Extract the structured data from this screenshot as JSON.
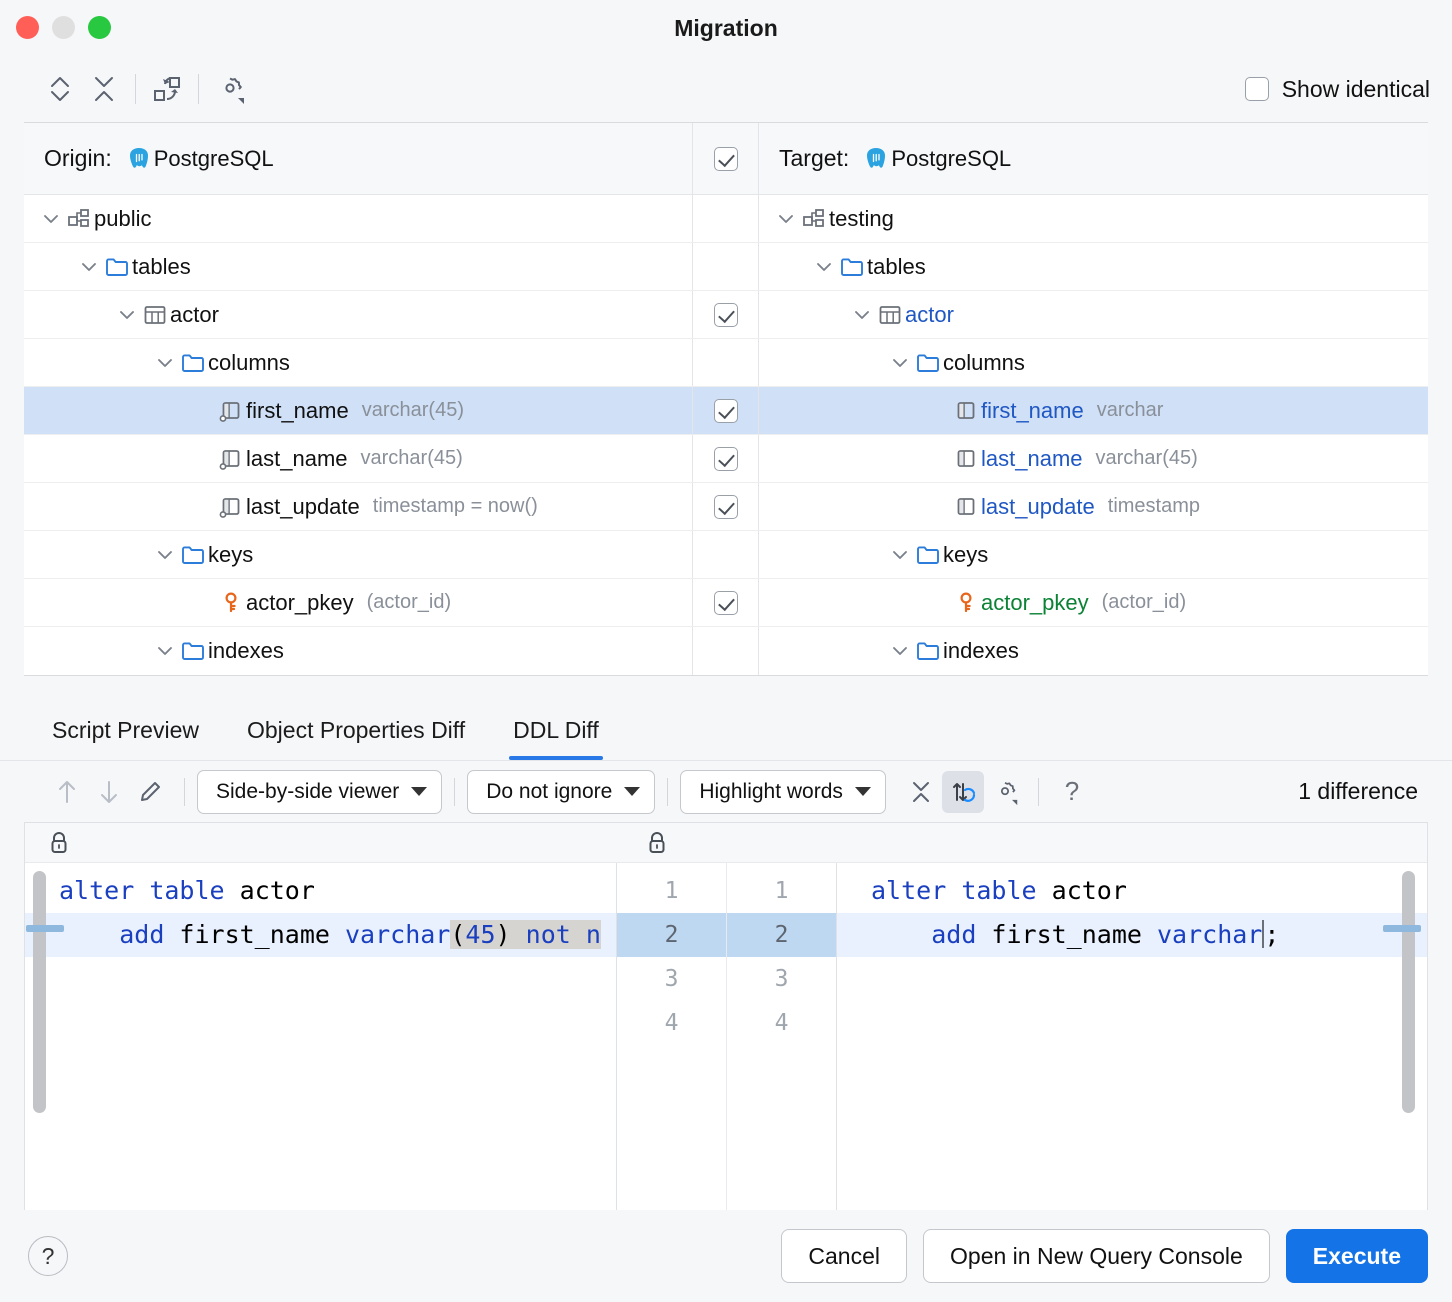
{
  "window": {
    "title": "Migration"
  },
  "toolbar": {
    "expand_all_label": "Expand All",
    "collapse_all_label": "Collapse All",
    "sync_label": "Synchronize",
    "settings_label": "Settings",
    "show_identical_label": "Show identical",
    "show_identical_checked": false
  },
  "tree": {
    "header": {
      "origin_label": "Origin:",
      "origin_value": "PostgreSQL",
      "target_label": "Target:",
      "target_value": "PostgreSQL",
      "select_all_checked": true
    },
    "rows": [
      {
        "indent": 0,
        "twisty": "chevron-down",
        "icon": "schema",
        "origin_name": "public",
        "origin_meta": "",
        "origin_color": "plain",
        "checkbox": null,
        "t_indent": 0,
        "t_twisty": "chevron-down",
        "t_icon": "schema",
        "target_name": "testing",
        "target_meta": "",
        "target_color": "plain"
      },
      {
        "indent": 1,
        "twisty": "chevron-down",
        "icon": "folder",
        "origin_name": "tables",
        "origin_meta": "",
        "origin_color": "plain",
        "checkbox": null,
        "t_indent": 1,
        "t_twisty": "chevron-down",
        "t_icon": "folder",
        "target_name": "tables",
        "target_meta": "",
        "target_color": "plain"
      },
      {
        "indent": 2,
        "twisty": "chevron-down",
        "icon": "table",
        "origin_name": "actor",
        "origin_meta": "",
        "origin_color": "plain",
        "checkbox": true,
        "t_indent": 2,
        "t_twisty": "chevron-down",
        "t_icon": "table",
        "target_name": "actor",
        "target_meta": "",
        "target_color": "blue"
      },
      {
        "indent": 3,
        "twisty": "chevron-down",
        "icon": "folder",
        "origin_name": "columns",
        "origin_meta": "",
        "origin_color": "plain",
        "checkbox": null,
        "t_indent": 3,
        "t_twisty": "chevron-down",
        "t_icon": "folder",
        "target_name": "columns",
        "target_meta": "",
        "target_color": "plain"
      },
      {
        "indent": 4,
        "twisty": "",
        "icon": "column-null",
        "origin_name": "first_name",
        "origin_meta": "varchar(45)",
        "origin_color": "plain",
        "checkbox": true,
        "selected": true,
        "t_indent": 4,
        "t_twisty": "",
        "t_icon": "column",
        "target_name": "first_name",
        "target_meta": "varchar",
        "target_color": "blue"
      },
      {
        "indent": 4,
        "twisty": "",
        "icon": "column-null",
        "origin_name": "last_name",
        "origin_meta": "varchar(45)",
        "origin_color": "plain",
        "checkbox": true,
        "t_indent": 4,
        "t_twisty": "",
        "t_icon": "column",
        "target_name": "last_name",
        "target_meta": "varchar(45)",
        "target_color": "blue"
      },
      {
        "indent": 4,
        "twisty": "",
        "icon": "column-null",
        "origin_name": "last_update",
        "origin_meta": "timestamp = now()",
        "origin_color": "plain",
        "checkbox": true,
        "t_indent": 4,
        "t_twisty": "",
        "t_icon": "column",
        "target_name": "last_update",
        "target_meta": "timestamp",
        "target_color": "blue"
      },
      {
        "indent": 3,
        "twisty": "chevron-down",
        "icon": "folder",
        "origin_name": "keys",
        "origin_meta": "",
        "origin_color": "plain",
        "checkbox": null,
        "t_indent": 3,
        "t_twisty": "chevron-down",
        "t_icon": "folder",
        "target_name": "keys",
        "target_meta": "",
        "target_color": "plain"
      },
      {
        "indent": 4,
        "twisty": "",
        "icon": "key",
        "origin_name": "actor_pkey",
        "origin_meta": "(actor_id)",
        "origin_color": "plain",
        "checkbox": true,
        "t_indent": 4,
        "t_twisty": "",
        "t_icon": "key",
        "target_name": "actor_pkey",
        "target_meta": "(actor_id)",
        "target_color": "green"
      },
      {
        "indent": 3,
        "twisty": "chevron-down",
        "icon": "folder",
        "origin_name": "indexes",
        "origin_meta": "",
        "origin_color": "plain",
        "checkbox": null,
        "t_indent": 3,
        "t_twisty": "chevron-down",
        "t_icon": "folder",
        "target_name": "indexes",
        "target_meta": "",
        "target_color": "plain"
      }
    ]
  },
  "tabs": {
    "items": [
      {
        "label": "Script Preview",
        "active": false
      },
      {
        "label": "Object Properties Diff",
        "active": false
      },
      {
        "label": "DDL Diff",
        "active": true
      }
    ]
  },
  "diff_toolbar": {
    "prev_label": "Previous Difference",
    "next_label": "Next Difference",
    "edit_label": "Edit",
    "viewer_mode": "Side-by-side viewer",
    "ignore_mode": "Do not ignore",
    "highlight_mode": "Highlight words",
    "collapse_label": "Collapse Unchanged Fragments",
    "sync_scroll_label": "Synchronize Scrolling",
    "settings_label": "Settings",
    "help_label": "?",
    "difference_count": "1 difference"
  },
  "diff": {
    "left": {
      "lock_label": "Read-only",
      "lines": [
        {
          "no": "1",
          "segments": [
            {
              "t": "alter",
              "c": "kw"
            },
            {
              "t": " ",
              "c": ""
            },
            {
              "t": "table",
              "c": "kw"
            },
            {
              "t": " actor",
              "c": ""
            }
          ],
          "highlight": false
        },
        {
          "no": "2",
          "segments": [
            {
              "t": "    ",
              "c": ""
            },
            {
              "t": "add",
              "c": "kw"
            },
            {
              "t": " first_name ",
              "c": ""
            },
            {
              "t": "varchar",
              "c": "kw"
            },
            {
              "t": "(",
              "c": "word"
            },
            {
              "t": "45",
              "c": "word-num"
            },
            {
              "t": ") ",
              "c": "word"
            },
            {
              "t": "not",
              "c": "word-kw"
            },
            {
              "t": " n",
              "c": "word-kw"
            }
          ],
          "highlight": true
        },
        {
          "no": "3",
          "segments": [],
          "highlight": false
        },
        {
          "no": "4",
          "segments": [],
          "highlight": false
        }
      ]
    },
    "right": {
      "lock_label": "Read-only",
      "lines": [
        {
          "no": "1",
          "segments": [
            {
              "t": "alter",
              "c": "kw"
            },
            {
              "t": " ",
              "c": ""
            },
            {
              "t": "table",
              "c": "kw"
            },
            {
              "t": " actor",
              "c": ""
            }
          ],
          "highlight": false
        },
        {
          "no": "2",
          "segments": [
            {
              "t": "    ",
              "c": ""
            },
            {
              "t": "add",
              "c": "kw"
            },
            {
              "t": " first_name ",
              "c": ""
            },
            {
              "t": "varchar",
              "c": "kw"
            },
            {
              "t": ";",
              "c": ""
            }
          ],
          "highlight": true
        },
        {
          "no": "3",
          "segments": [],
          "highlight": false
        },
        {
          "no": "4",
          "segments": [],
          "highlight": false
        }
      ]
    }
  },
  "footer": {
    "help_label": "?",
    "cancel_label": "Cancel",
    "open_console_label": "Open in New Query Console",
    "execute_label": "Execute"
  },
  "colors": {
    "accent": "#1473e6",
    "tab_underline": "#2878e8",
    "selection": "#cfe0f7",
    "diff_line": "#e8f1fd",
    "word_diff": "#d6d4d0",
    "keyword": "#1a3fbf",
    "target_name": "#1f57c3",
    "key_name": "#0b8235",
    "key_icon": "#e8661c",
    "folder": "#2c7ddb",
    "postgres": "#2aa3e0"
  }
}
